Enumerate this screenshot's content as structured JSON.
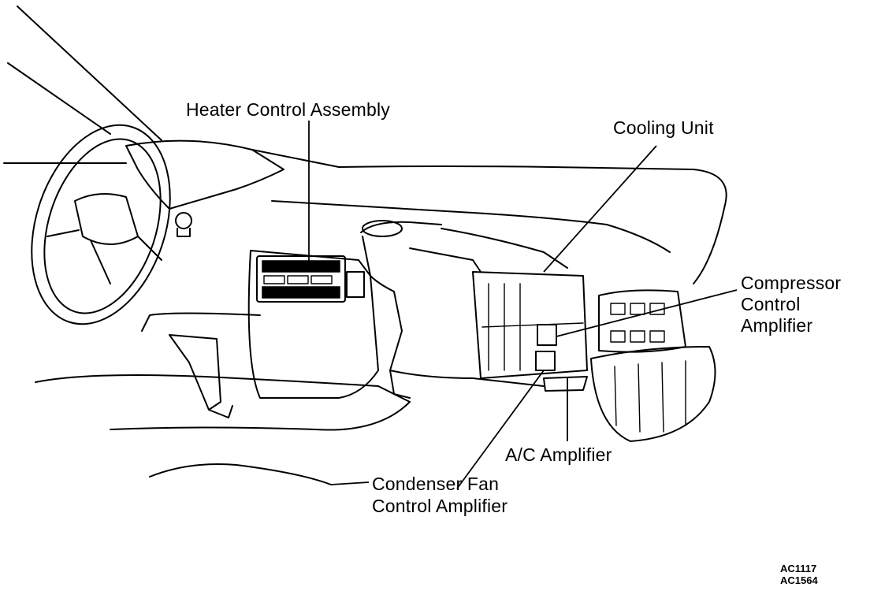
{
  "labels": {
    "heater_control_assembly": "Heater Control Assembly",
    "cooling_unit": "Cooling Unit",
    "compressor_control_amplifier_line1": "Compressor",
    "compressor_control_amplifier_line2": "Control",
    "compressor_control_amplifier_line3": "Amplifier",
    "ac_amplifier": "A/C Amplifier",
    "condenser_fan_control_amplifier_line1": "Condenser Fan",
    "condenser_fan_control_amplifier_line2": "Control Amplifier"
  },
  "figure_codes": {
    "code1": "AC1117",
    "code2": "AC1564"
  },
  "colors": {
    "ink": "#000000",
    "paper": "#ffffff"
  }
}
